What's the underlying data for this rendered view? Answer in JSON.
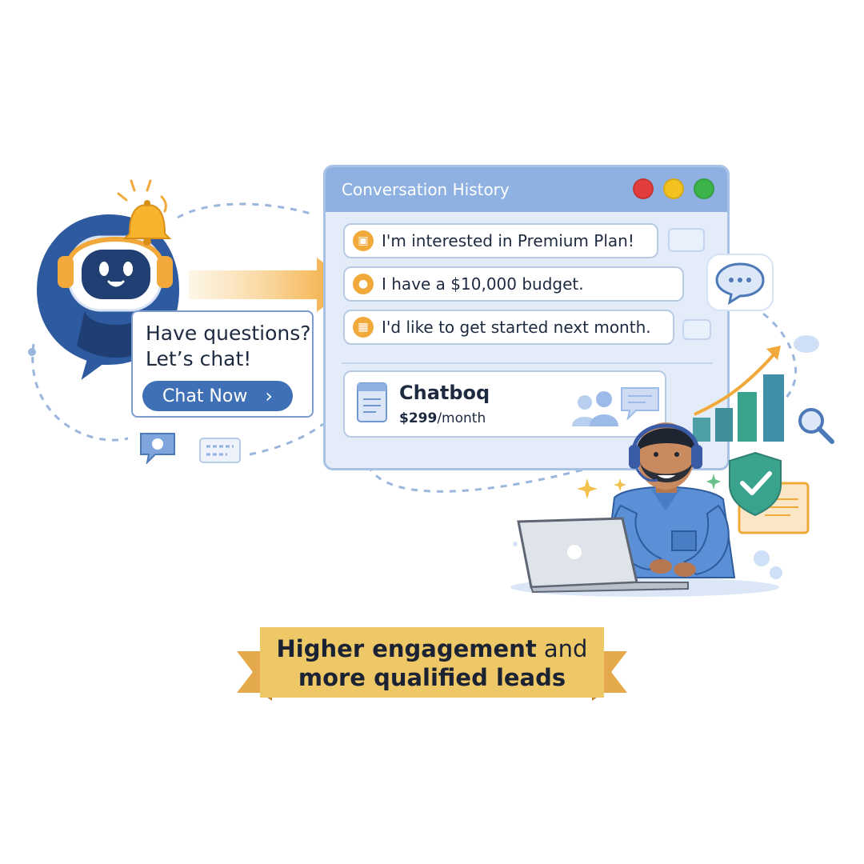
{
  "window": {
    "title": "Conversation History",
    "traffic_lights": [
      "#e23c3c",
      "#f3c21e",
      "#3cb44b"
    ]
  },
  "messages": [
    {
      "text": "I'm interested in Premium Plan!",
      "icon": "store-icon"
    },
    {
      "text": "I have a $10,000 budget.",
      "icon": "user-icon"
    },
    {
      "text": "I'd like to get started next month.",
      "icon": "calendar-icon"
    }
  ],
  "product": {
    "name": "Chatboq",
    "price": "$299",
    "period": "/month"
  },
  "promo": {
    "line1": "Have questions?",
    "line2": "Let’s chat!",
    "button_label": "Chat Now",
    "button_chevron": "›"
  },
  "banner": {
    "line1_bold": "Higher engagement",
    "line1_rest": " and",
    "line2": "more qualified leads"
  },
  "colors": {
    "accent_blue": "#3f6fb5",
    "accent_orange": "#f2a93b",
    "banner_gold": "#eec866"
  }
}
